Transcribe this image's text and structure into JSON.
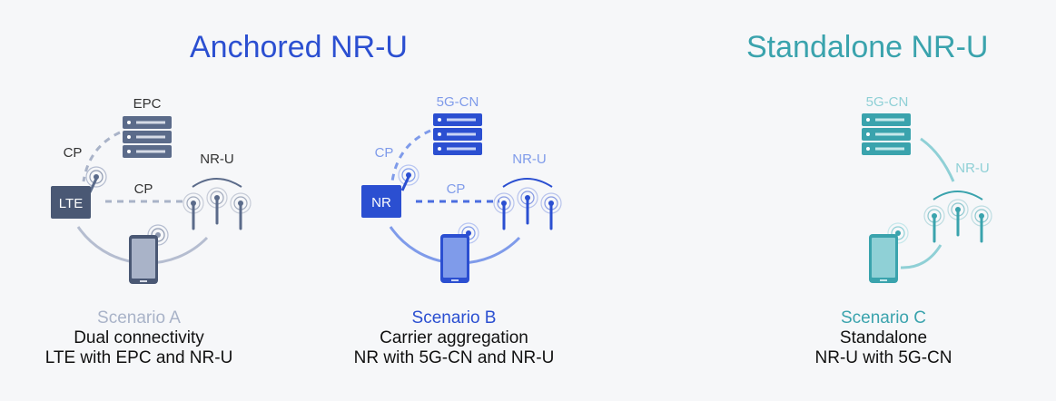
{
  "headings": {
    "anchored": "Anchored NR-U",
    "standalone": "Standalone NR-U"
  },
  "scenarios": [
    {
      "name": "Scenario A",
      "line1": "Dual connectivity",
      "line2": "LTE with EPC and NR-U",
      "core_label": "EPC",
      "bs_label": "LTE",
      "cp_upper": "CP",
      "cp_link": "CP",
      "nru_label": "NR-U"
    },
    {
      "name": "Scenario B",
      "line1": "Carrier aggregation",
      "line2": "NR with 5G-CN and NR-U",
      "core_label": "5G-CN",
      "bs_label": "NR",
      "cp_upper": "CP",
      "cp_link": "CP",
      "nru_label": "NR-U"
    },
    {
      "name": "Scenario C",
      "line1": "Standalone",
      "line2": "NR-U with 5G-CN",
      "core_label": "5G-CN",
      "nru_label": "NR-U"
    }
  ],
  "colors": {
    "anchored_heading": "#2b4fd1",
    "standalone_heading": "#3aa3ad",
    "scenario_a": "#5b6b8a",
    "scenario_a_light": "#a9b3c8",
    "scenario_b": "#2b4fd1",
    "scenario_b_light": "#7f9bea",
    "scenario_c": "#3aa3ad",
    "scenario_c_light": "#8fd0d6"
  },
  "icons": [
    "server-icon",
    "base-station-icon",
    "antenna-icon",
    "smartphone-icon"
  ]
}
